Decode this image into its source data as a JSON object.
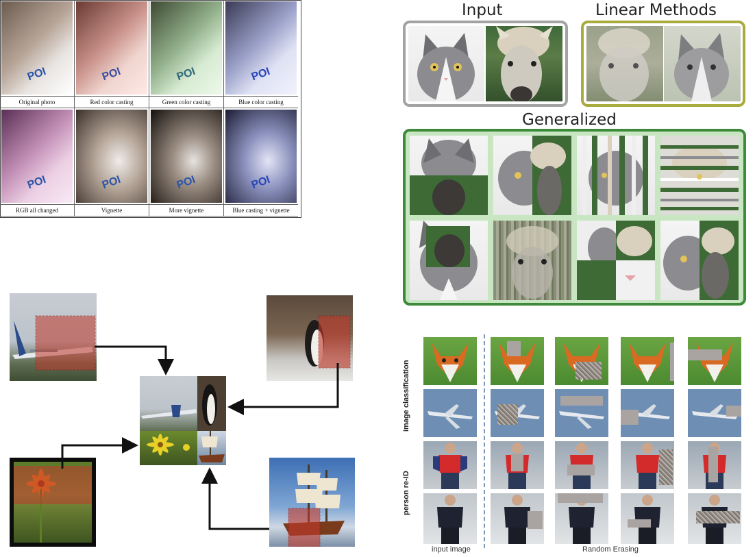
{
  "panel_a": {
    "row1_captions": [
      "Original photo",
      "Red color casting",
      "Green color casting",
      "Blue color casting"
    ],
    "row2_captions": [
      "RGB all changed",
      "Vignette",
      "More vignette",
      "Blue casting + vignette"
    ],
    "tints": {
      "original": "#b6a497",
      "red": "#c9928a",
      "green": "#93b18c",
      "blue": "#9aa0c8",
      "rgb": "#c28fb6",
      "vignette": "#9f8f84",
      "more_vignette": "#877a72",
      "blue_vignette": "#8087b0"
    },
    "car_text": "POI"
  },
  "panel_b": {
    "title_input": "Input",
    "title_linear": "Linear Methods",
    "title_generalized": "Generalized",
    "colors": {
      "input_border": "#a3a3a3",
      "linear_border": "#a9ab3c",
      "generalized_border": "#3e8a3b",
      "generalized_fill": "#c9e6c2"
    }
  },
  "panel_c": {
    "arrow_color": "#111111",
    "patch_color": "#c0392b"
  },
  "panel_d": {
    "row_labels": [
      "image classification",
      "person re-ID"
    ],
    "bottom_left": "input image",
    "bottom_right": "Random Erasing",
    "colors": {
      "fox_bg": "#5c8f3b",
      "plane_bg": "#6e8fb3",
      "erase_gray": "#a9a4a1"
    }
  }
}
